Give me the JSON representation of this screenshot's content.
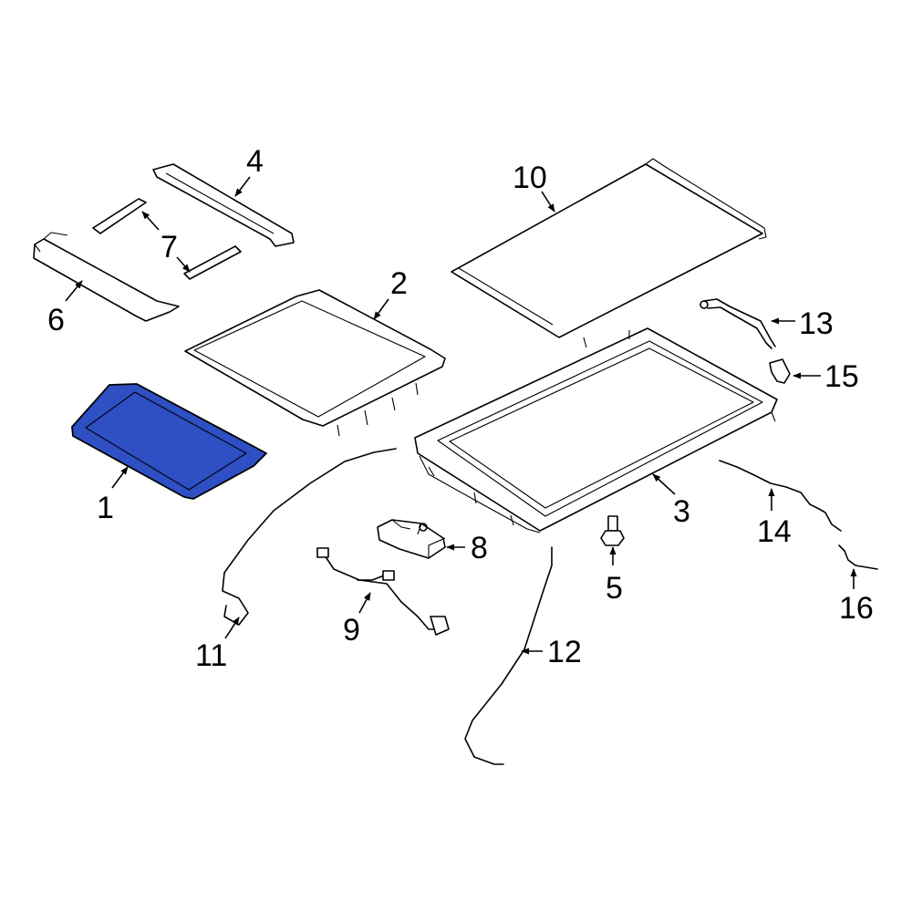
{
  "highlight_color": "#2f4fc4",
  "callouts": {
    "c1": "1",
    "c2": "2",
    "c3": "3",
    "c4": "4",
    "c5": "5",
    "c6": "6",
    "c7": "7",
    "c8": "8",
    "c9": "9",
    "c10": "10",
    "c11": "11",
    "c12": "12",
    "c13": "13",
    "c14": "14",
    "c15": "15",
    "c16": "16"
  }
}
